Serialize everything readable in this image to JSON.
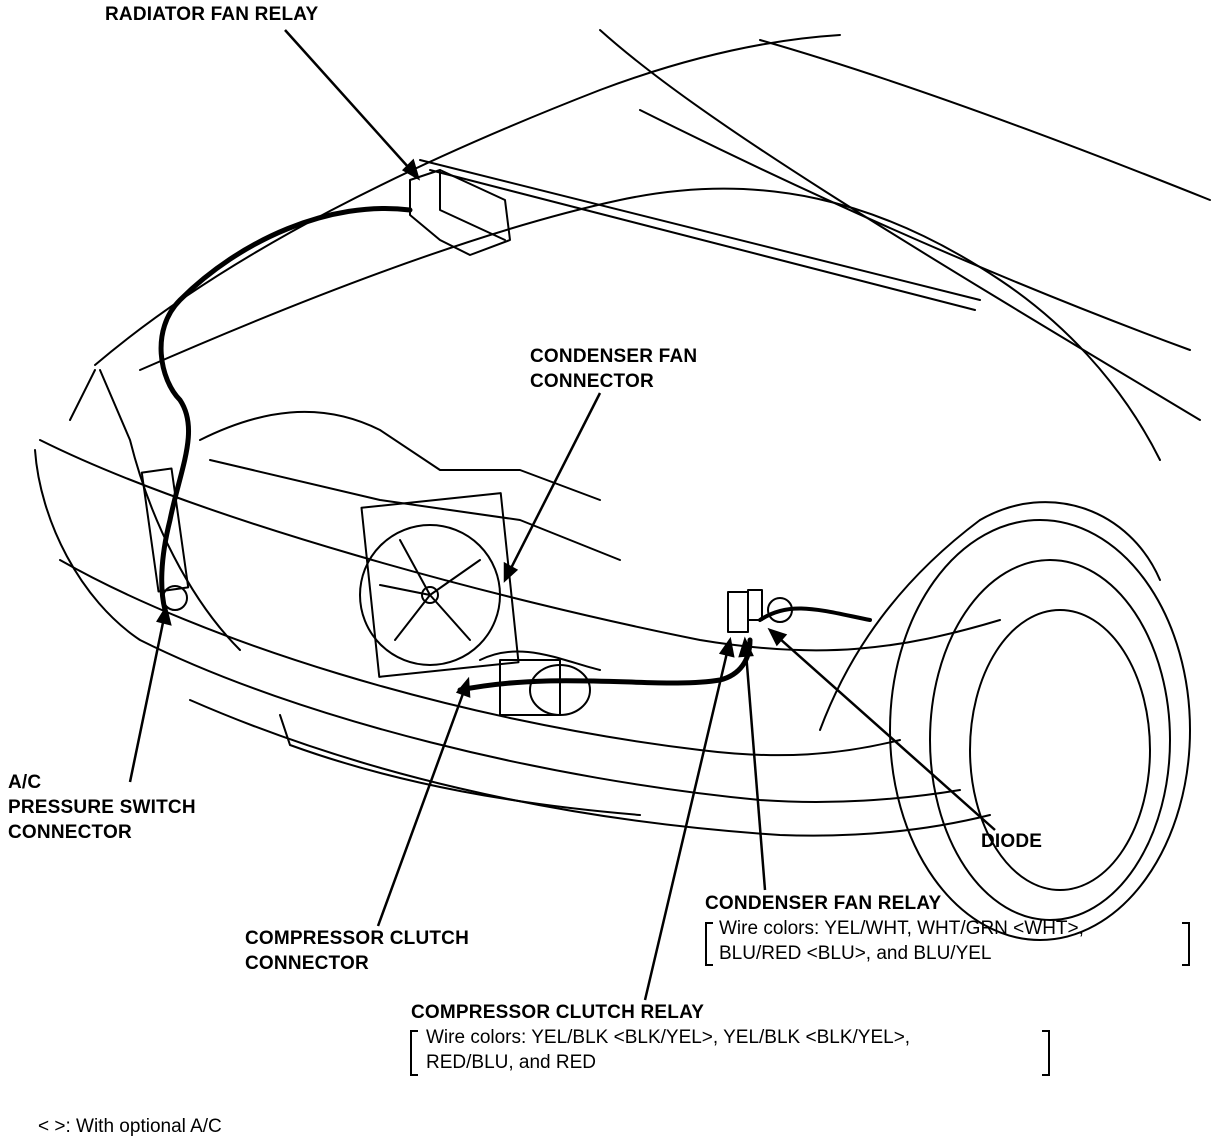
{
  "labels": {
    "radiator_fan_relay": "RADIATOR FAN RELAY",
    "condenser_fan_connector": [
      "CONDENSER FAN",
      "CONNECTOR"
    ],
    "ac_pressure_switch_connector": [
      "A/C",
      "PRESSURE SWITCH",
      "CONNECTOR"
    ],
    "diode": "DIODE",
    "condenser_fan_relay": {
      "title": "CONDENSER FAN RELAY",
      "wire_lines": [
        "Wire colors: YEL/WHT, WHT/GRN <WHT>,",
        "BLU/RED <BLU>, and BLU/YEL"
      ]
    },
    "compressor_clutch_connector": [
      "COMPRESSOR CLUTCH",
      "CONNECTOR"
    ],
    "compressor_clutch_relay": {
      "title": "COMPRESSOR CLUTCH RELAY",
      "wire_lines": [
        "Wire colors: YEL/BLK <BLK/YEL>, YEL/BLK <BLK/YEL>,",
        "RED/BLU, and RED"
      ]
    }
  },
  "footnote": "<   >: With optional A/C"
}
